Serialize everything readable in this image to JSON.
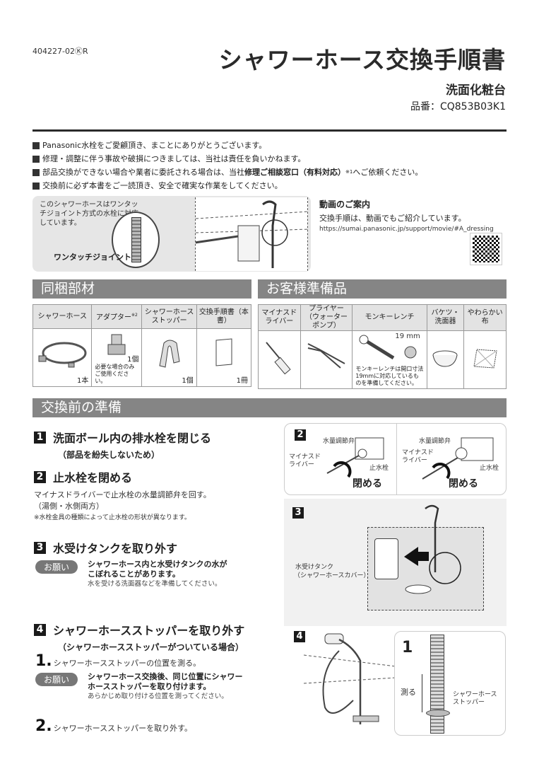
{
  "header": {
    "doc_id": "404227-02ⓀR",
    "title": "シャワーホース交換手順書",
    "subtitle": "洗面化粧台",
    "part_number": "品番：CQ853B03K1"
  },
  "notes": [
    {
      "text": "Panasonic水栓をご愛顧頂き、まことにありがとうございます。"
    },
    {
      "text": "修理・調整に伴う事故や破損につきましては、当社は責任を負いかねます。"
    },
    {
      "pre": "部品交換ができない場合や業者に委託される場合は、当社",
      "bold": "修理ご相談窓口（有料対応）",
      "sup": "※1",
      "post": "へご依頼ください。"
    },
    {
      "text": "交換前に必ず本書をご一読頂き、安全で確実な作業をしてください。"
    }
  ],
  "info_box": {
    "text": "このシャワーホースはワンタッチジョイント方式の水栓に対応しています。",
    "label": "ワンタッチジョイント"
  },
  "video": {
    "heading": "動画のご案内",
    "text": "交換手順は、動画でもご紹介しています。",
    "url": "https://sumai.panasonic.jp/support/movie/#A_dressing",
    "qr_icon": "qr-code"
  },
  "included_parts": {
    "title": "同梱部材",
    "columns": [
      {
        "name": "シャワーホース",
        "qty": "1本",
        "icon": "hose"
      },
      {
        "name": "アダプター",
        "sup": "※2",
        "qty": "1個",
        "note": "必要な場合のみご使用ください。",
        "icon": "adapter"
      },
      {
        "name": "シャワーホースストッパー",
        "qty": "1個",
        "icon": "stopper"
      },
      {
        "name": "交換手順書（本書）",
        "qty": "1冊",
        "icon": "booklet"
      }
    ]
  },
  "customer_items": {
    "title": "お客様準備品",
    "columns": [
      {
        "name": "マイナスドライバー",
        "icon": "screwdriver"
      },
      {
        "name": "プライヤー（ウォーターポンプ）",
        "icon": "pliers"
      },
      {
        "name": "モンキーレンチ",
        "size": "19 mm",
        "note": "モンキーレンチは開口寸法19mmに対応しているものを準備してください。",
        "icon": "wrench"
      },
      {
        "name": "バケツ・洗面器",
        "icon": "basin"
      },
      {
        "name": "やわらかい布",
        "icon": "cloth"
      }
    ]
  },
  "preparation": {
    "title": "交換前の準備",
    "steps": [
      {
        "num": "1",
        "title": "洗面ボール内の排水栓を閉じる",
        "sub": "（部品を紛失しないため）"
      },
      {
        "num": "2",
        "title": "止水栓を閉める",
        "body1": "マイナスドライバーで止水栓の水量調節弁を回す。",
        "body2": "（湯側・水側両方）",
        "note": "※水栓金具の種類によって止水栓の形状が異なります。"
      },
      {
        "num": "3",
        "title": "水受けタンクを取り外す",
        "badge": "お願い",
        "warn1": "シャワーホース内と水受けタンクの水が",
        "warn2": "こぼれることがあります。",
        "warn_sub": "水を受ける洗面器などを準備してください。"
      },
      {
        "num": "4",
        "title": "シャワーホースストッパーを取り外す",
        "sub": "（シャワーホースストッパーがついている場合）",
        "sub1_num": "1.",
        "sub1": "シャワーホースストッパーの位置を測る。",
        "badge": "お願い",
        "warn1": "シャワーホース交換後、同じ位置にシャワー",
        "warn2": "ホースストッパーを取り付けます。",
        "warn_sub": "あらかじめ取り付ける位置を測ってください。",
        "sub2_num": "2.",
        "sub2": "シャワーホースストッパーを取り外す。"
      }
    ]
  },
  "figures": {
    "fig2": {
      "num": "2",
      "valve": "水量調節弁",
      "driver": "マイナスドライバー",
      "stop": "止水栓",
      "action": "閉める"
    },
    "fig3": {
      "num": "3",
      "tank": "水受けタンク",
      "tank_sub": "（シャワーホースカバー）"
    },
    "fig4": {
      "num": "4",
      "inset_num": "1",
      "measure": "測る",
      "stopper": "シャワーホースストッパー"
    }
  }
}
